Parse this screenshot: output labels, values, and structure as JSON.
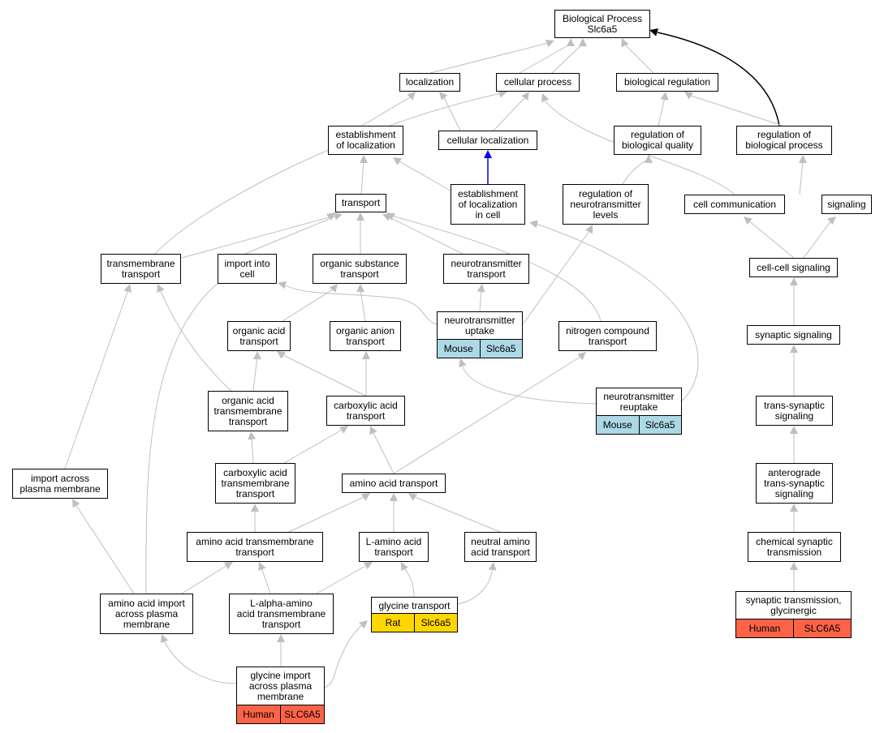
{
  "colors": {
    "edge_default": "#bfbfbf",
    "edge_blue": "#0000ee",
    "edge_black": "#000000",
    "mouse": "#add8e6",
    "rat": "#ffd700",
    "human": "#ff6347"
  },
  "nodes": {
    "bp": {
      "label": "Biological Process\nSlc6a5"
    },
    "localization": {
      "label": "localization"
    },
    "cellular_process": {
      "label": "cellular process"
    },
    "biological_regulation": {
      "label": "biological regulation"
    },
    "establishment_localization": {
      "label": "establishment\nof localization"
    },
    "cellular_localization": {
      "label": "cellular localization"
    },
    "regulation_bio_quality": {
      "label": "regulation of\nbiological quality"
    },
    "regulation_bio_process": {
      "label": "regulation of\nbiological process"
    },
    "transport": {
      "label": "transport"
    },
    "establishment_loc_cell": {
      "label": "establishment\nof localization\nin cell"
    },
    "regulation_nt_levels": {
      "label": "regulation of\nneurotransmitter\nlevels"
    },
    "cell_communication": {
      "label": "cell communication"
    },
    "signaling": {
      "label": "signaling"
    },
    "transmembrane_transport": {
      "label": "transmembrane\ntransport"
    },
    "import_into_cell": {
      "label": "import into\ncell"
    },
    "organic_substance_transport": {
      "label": "organic substance\ntransport"
    },
    "nt_transport": {
      "label": "neurotransmitter\ntransport"
    },
    "cell_cell_signaling": {
      "label": "cell-cell signaling"
    },
    "nt_uptake": {
      "label": "neurotransmitter\nuptake",
      "annotation": [
        "Mouse",
        "Slc6a5"
      ]
    },
    "organic_acid_transport": {
      "label": "organic acid\ntransport"
    },
    "organic_anion_transport": {
      "label": "organic anion\ntransport"
    },
    "nitrogen_compound_transport": {
      "label": "nitrogen compound\ntransport"
    },
    "synaptic_signaling": {
      "label": "synaptic signaling"
    },
    "organic_acid_tm_transport": {
      "label": "organic acid\ntransmembrane\ntransport"
    },
    "carboxylic_acid_transport": {
      "label": "carboxylic acid\ntransport"
    },
    "nt_reuptake": {
      "label": "neurotransmitter\nreuptake",
      "annotation": [
        "Mouse",
        "Slc6a5"
      ]
    },
    "trans_synaptic_signaling": {
      "label": "trans-synaptic\nsignaling"
    },
    "import_across_pm": {
      "label": "import across\nplasma membrane"
    },
    "carboxylic_acid_tm_transport": {
      "label": "carboxylic acid\ntransmembrane\ntransport"
    },
    "amino_acid_transport": {
      "label": "amino acid transport"
    },
    "anterograde": {
      "label": "anterograde\ntrans-synaptic\nsignaling"
    },
    "aa_tm_transport": {
      "label": "amino acid transmembrane\ntransport"
    },
    "l_amino_acid_transport": {
      "label": "L-amino acid\ntransport"
    },
    "neutral_aa_transport": {
      "label": "neutral amino\nacid transport"
    },
    "chemical_synaptic": {
      "label": "chemical synaptic\ntransmission"
    },
    "aa_import_pm": {
      "label": "amino acid import\nacross plasma\nmembrane"
    },
    "l_alpha_aa_tm": {
      "label": "L-alpha-amino\nacid transmembrane\ntransport"
    },
    "glycine_transport": {
      "label": "glycine transport",
      "annotation": [
        "Rat",
        "Slc6a5"
      ]
    },
    "synaptic_glycinergic": {
      "label": "synaptic transmission,\nglycinergic",
      "annotation": [
        "Human",
        "SLC6A5"
      ]
    },
    "glycine_import_pm": {
      "label": "glycine import\nacross plasma\nmembrane",
      "annotation": [
        "Human",
        "SLC6A5"
      ]
    }
  }
}
